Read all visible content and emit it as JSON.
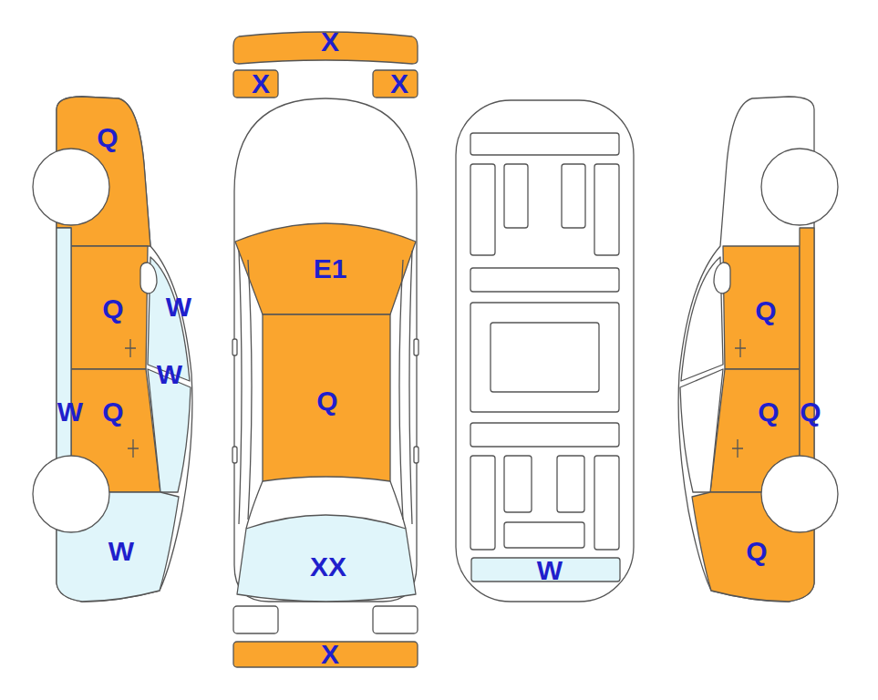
{
  "diagram": {
    "nodes": [
      {
        "text": [
          "X"
        ]
      },
      {
        "text": [
          "X"
        ]
      },
      {
        "text": [
          "X"
        ]
      },
      {
        "text": [
          "Q"
        ]
      },
      {
        "text": [
          "Q"
        ]
      },
      {
        "text": [
          "W"
        ]
      },
      {
        "text": [
          "W"
        ]
      },
      {
        "text": [
          "W"
        ]
      },
      {
        "text": [
          "Q"
        ]
      },
      {
        "text": [
          "W"
        ]
      },
      {
        "text": [
          "E1"
        ]
      },
      {
        "text": [
          "Q"
        ]
      },
      {
        "text": [
          "XX"
        ]
      },
      {
        "text": [
          "X"
        ]
      },
      {
        "text": [
          "W"
        ]
      },
      {
        "text": [
          "Q"
        ]
      },
      {
        "text": [
          "Q"
        ]
      },
      {
        "text": [
          "Q"
        ]
      },
      {
        "text": [
          "Q"
        ]
      }
    ]
  }
}
